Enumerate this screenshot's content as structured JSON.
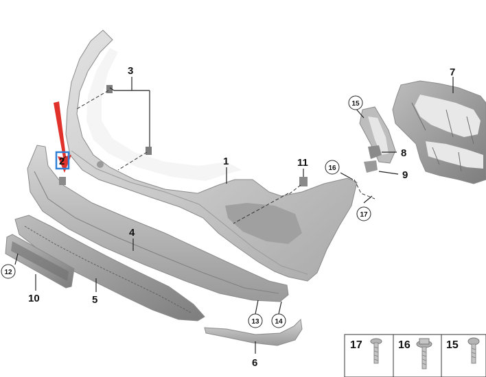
{
  "diagram": {
    "callouts": {
      "c1": "1",
      "c2": "2",
      "c3": "3",
      "c4": "4",
      "c5": "5",
      "c6": "6",
      "c7": "7",
      "c8": "8",
      "c9": "9",
      "c10": "10",
      "c11": "11",
      "c12": "12",
      "c13": "13",
      "c14": "14",
      "c15": "15",
      "c16": "16",
      "c17": "17"
    },
    "fastener_legend": [
      "17",
      "16",
      "15"
    ],
    "colors": {
      "part_fill": "#c9c9c9",
      "part_shadow": "#9e9e9e",
      "highlight_arrow": "#e0312b",
      "highlight_box": "#2f7fd6"
    }
  }
}
